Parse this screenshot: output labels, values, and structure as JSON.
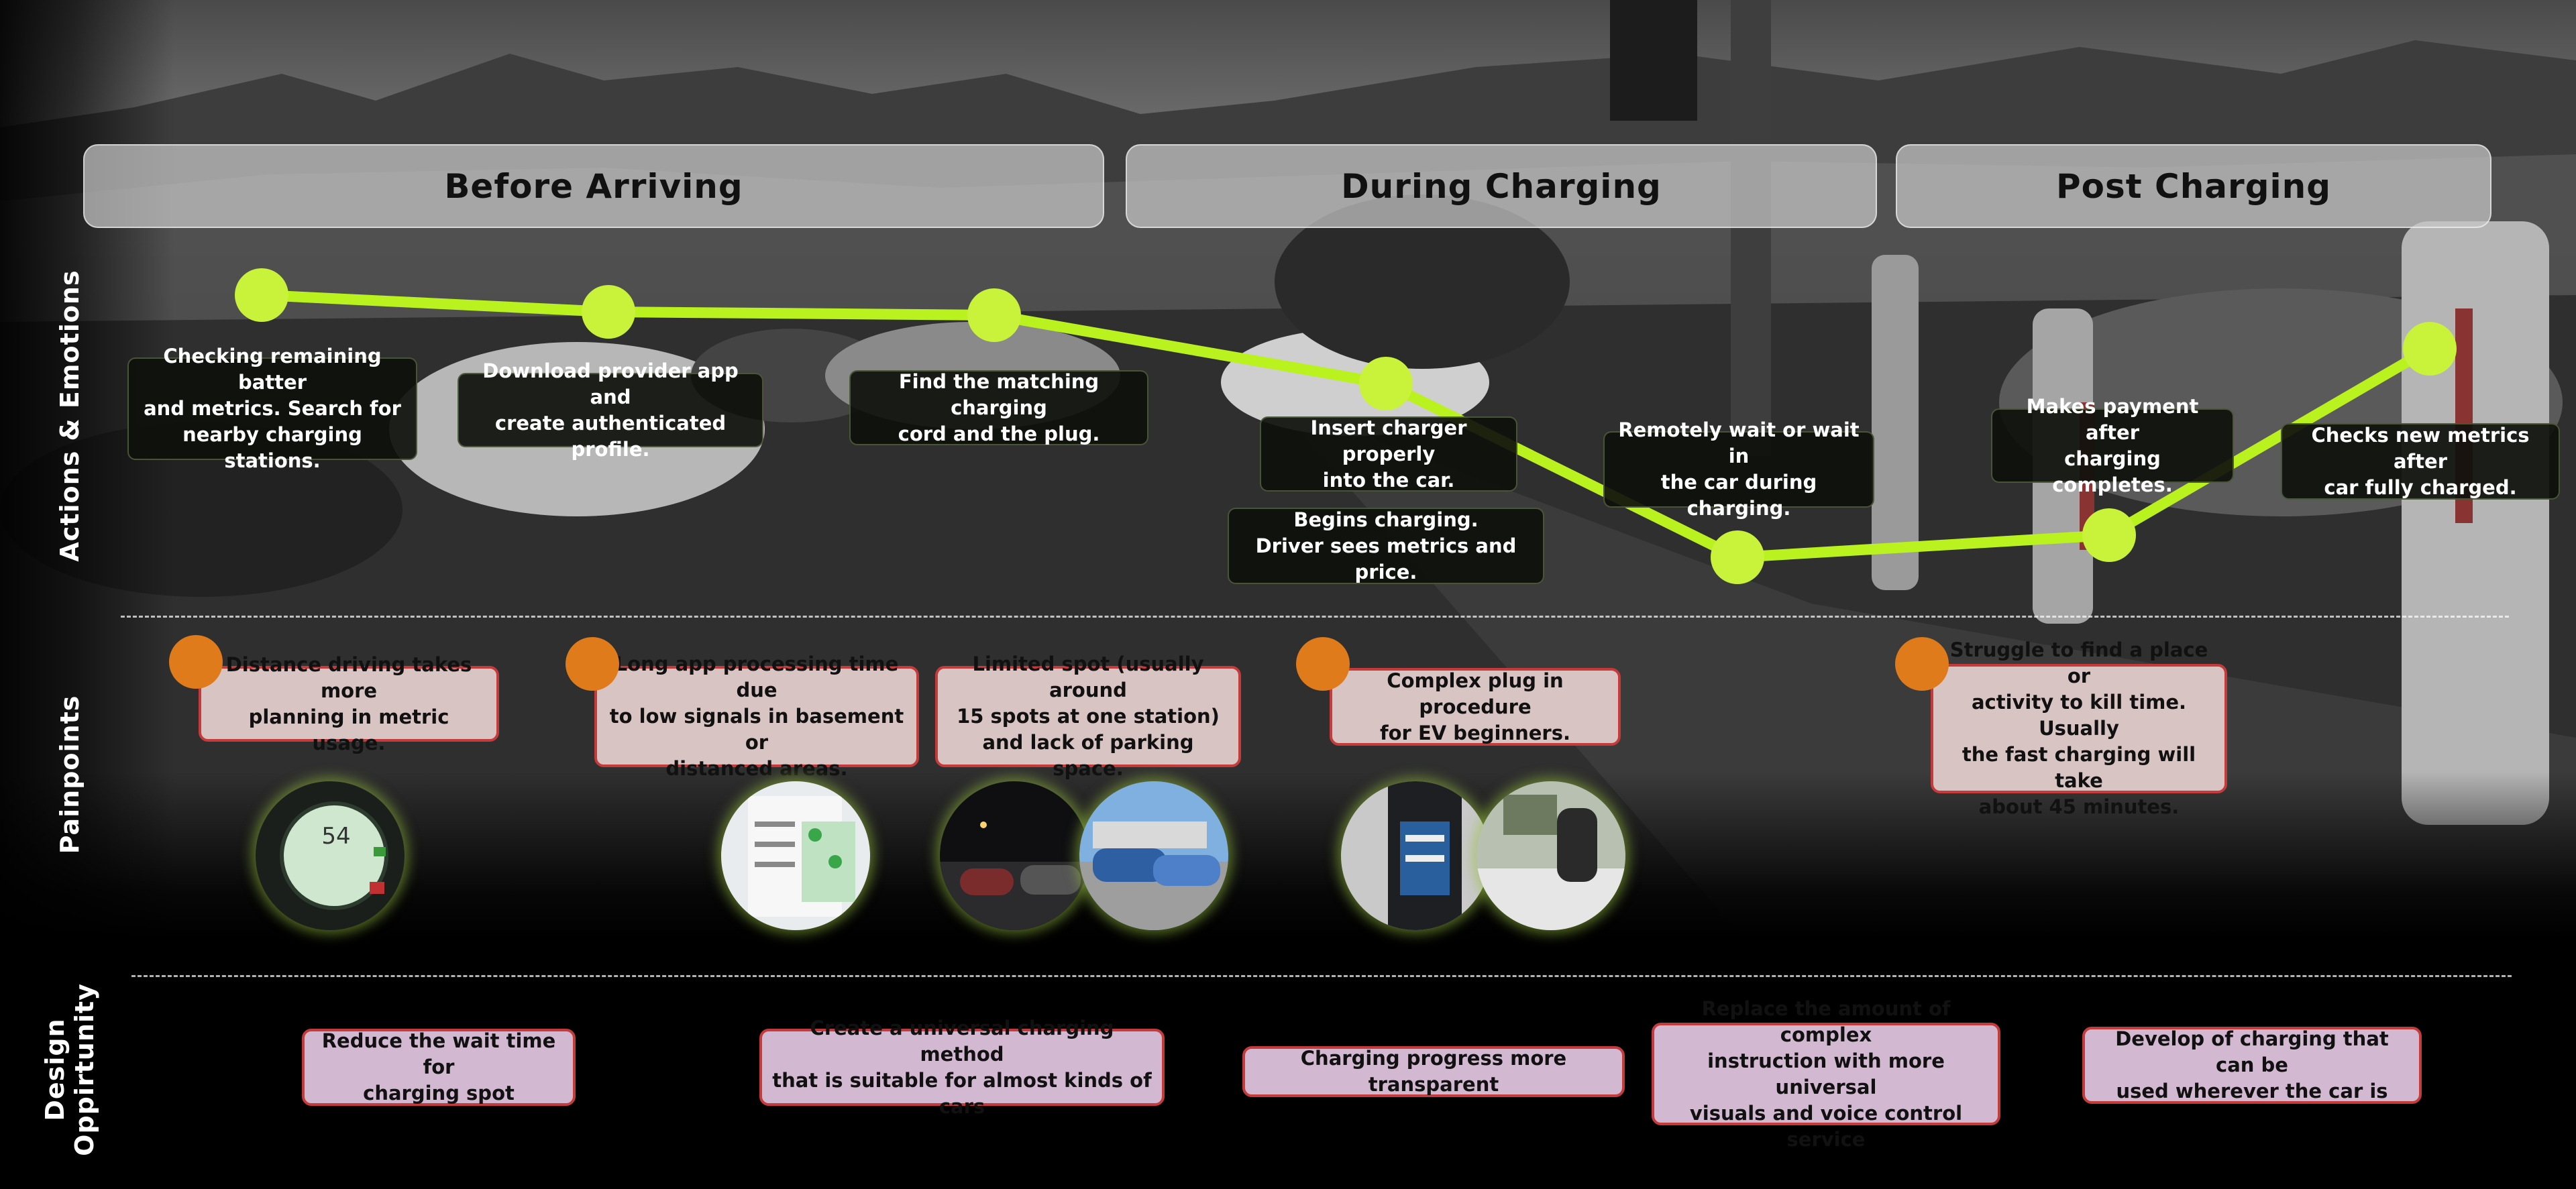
{
  "colors": {
    "journey_line": "#b9f21e",
    "journey_point": "#c9f23a",
    "pain_dot": "#e07b1c",
    "pain_border": "#c53a3a",
    "pain_fill": "#d8c5c3",
    "opportunity_fill": "#d2b8d0",
    "phase_fill": "#c8c8c8"
  },
  "phases": [
    {
      "label": "Before Arriving"
    },
    {
      "label": "During Charging"
    },
    {
      "label": "Post Charging"
    }
  ],
  "side_labels": {
    "actions": "Actions & Emotions",
    "painpoints": "Painpoints",
    "design_line1": "Design",
    "design_line2": "Oppirtunity"
  },
  "actions": [
    {
      "line1": "Checking remaining batter",
      "line2": "and metrics. Search for",
      "line3": "nearby charging stations."
    },
    {
      "line1": "Download provider app and",
      "line2": "create authenticated profile."
    },
    {
      "line1": "Find the matching charging",
      "line2": "cord and the plug."
    },
    {
      "line1": "Insert charger properly",
      "line2": "into the car."
    },
    {
      "line1": "Begins charging.",
      "line2": "Driver sees metrics and price."
    },
    {
      "line1": "Remotely wait or wait in",
      "line2": "the car during charging."
    },
    {
      "line1": "Makes payment after",
      "line2": "charging completes."
    },
    {
      "line1": "Checks new metrics after",
      "line2": "car fully charged."
    }
  ],
  "painpoints": [
    {
      "line1": "Distance driving takes more",
      "line2": "planning in metric usage."
    },
    {
      "line1": "Long app processing time due",
      "line2": "to low signals in basement or",
      "line3": "distanced areas."
    },
    {
      "line1": "Limited spot (usually around",
      "line2": "15 spots at one station)",
      "line3": "and lack of parking space."
    },
    {
      "line1": "Complex plug in procedure",
      "line2": "for EV beginners."
    },
    {
      "line1": "Struggle to find a place or",
      "line2": "activity to kill time. Usually",
      "line3": "the fast charging will take",
      "line4": "about 45 minutes."
    }
  ],
  "opportunities": [
    {
      "line1": "Reduce the wait time for",
      "line2": "charging spot"
    },
    {
      "line1": "Create a universal charging method",
      "line2": "that is suitable for almost kinds of cars"
    },
    {
      "line1": "Charging progress more transparent"
    },
    {
      "line1": "Replace the amount of complex",
      "line2": "instruction with more universal",
      "line3": "visuals and voice control service"
    },
    {
      "line1": "Develop of charging that can be",
      "line2": "used wherever the car is"
    }
  ],
  "photos": {
    "dashboard_reading": "54"
  }
}
